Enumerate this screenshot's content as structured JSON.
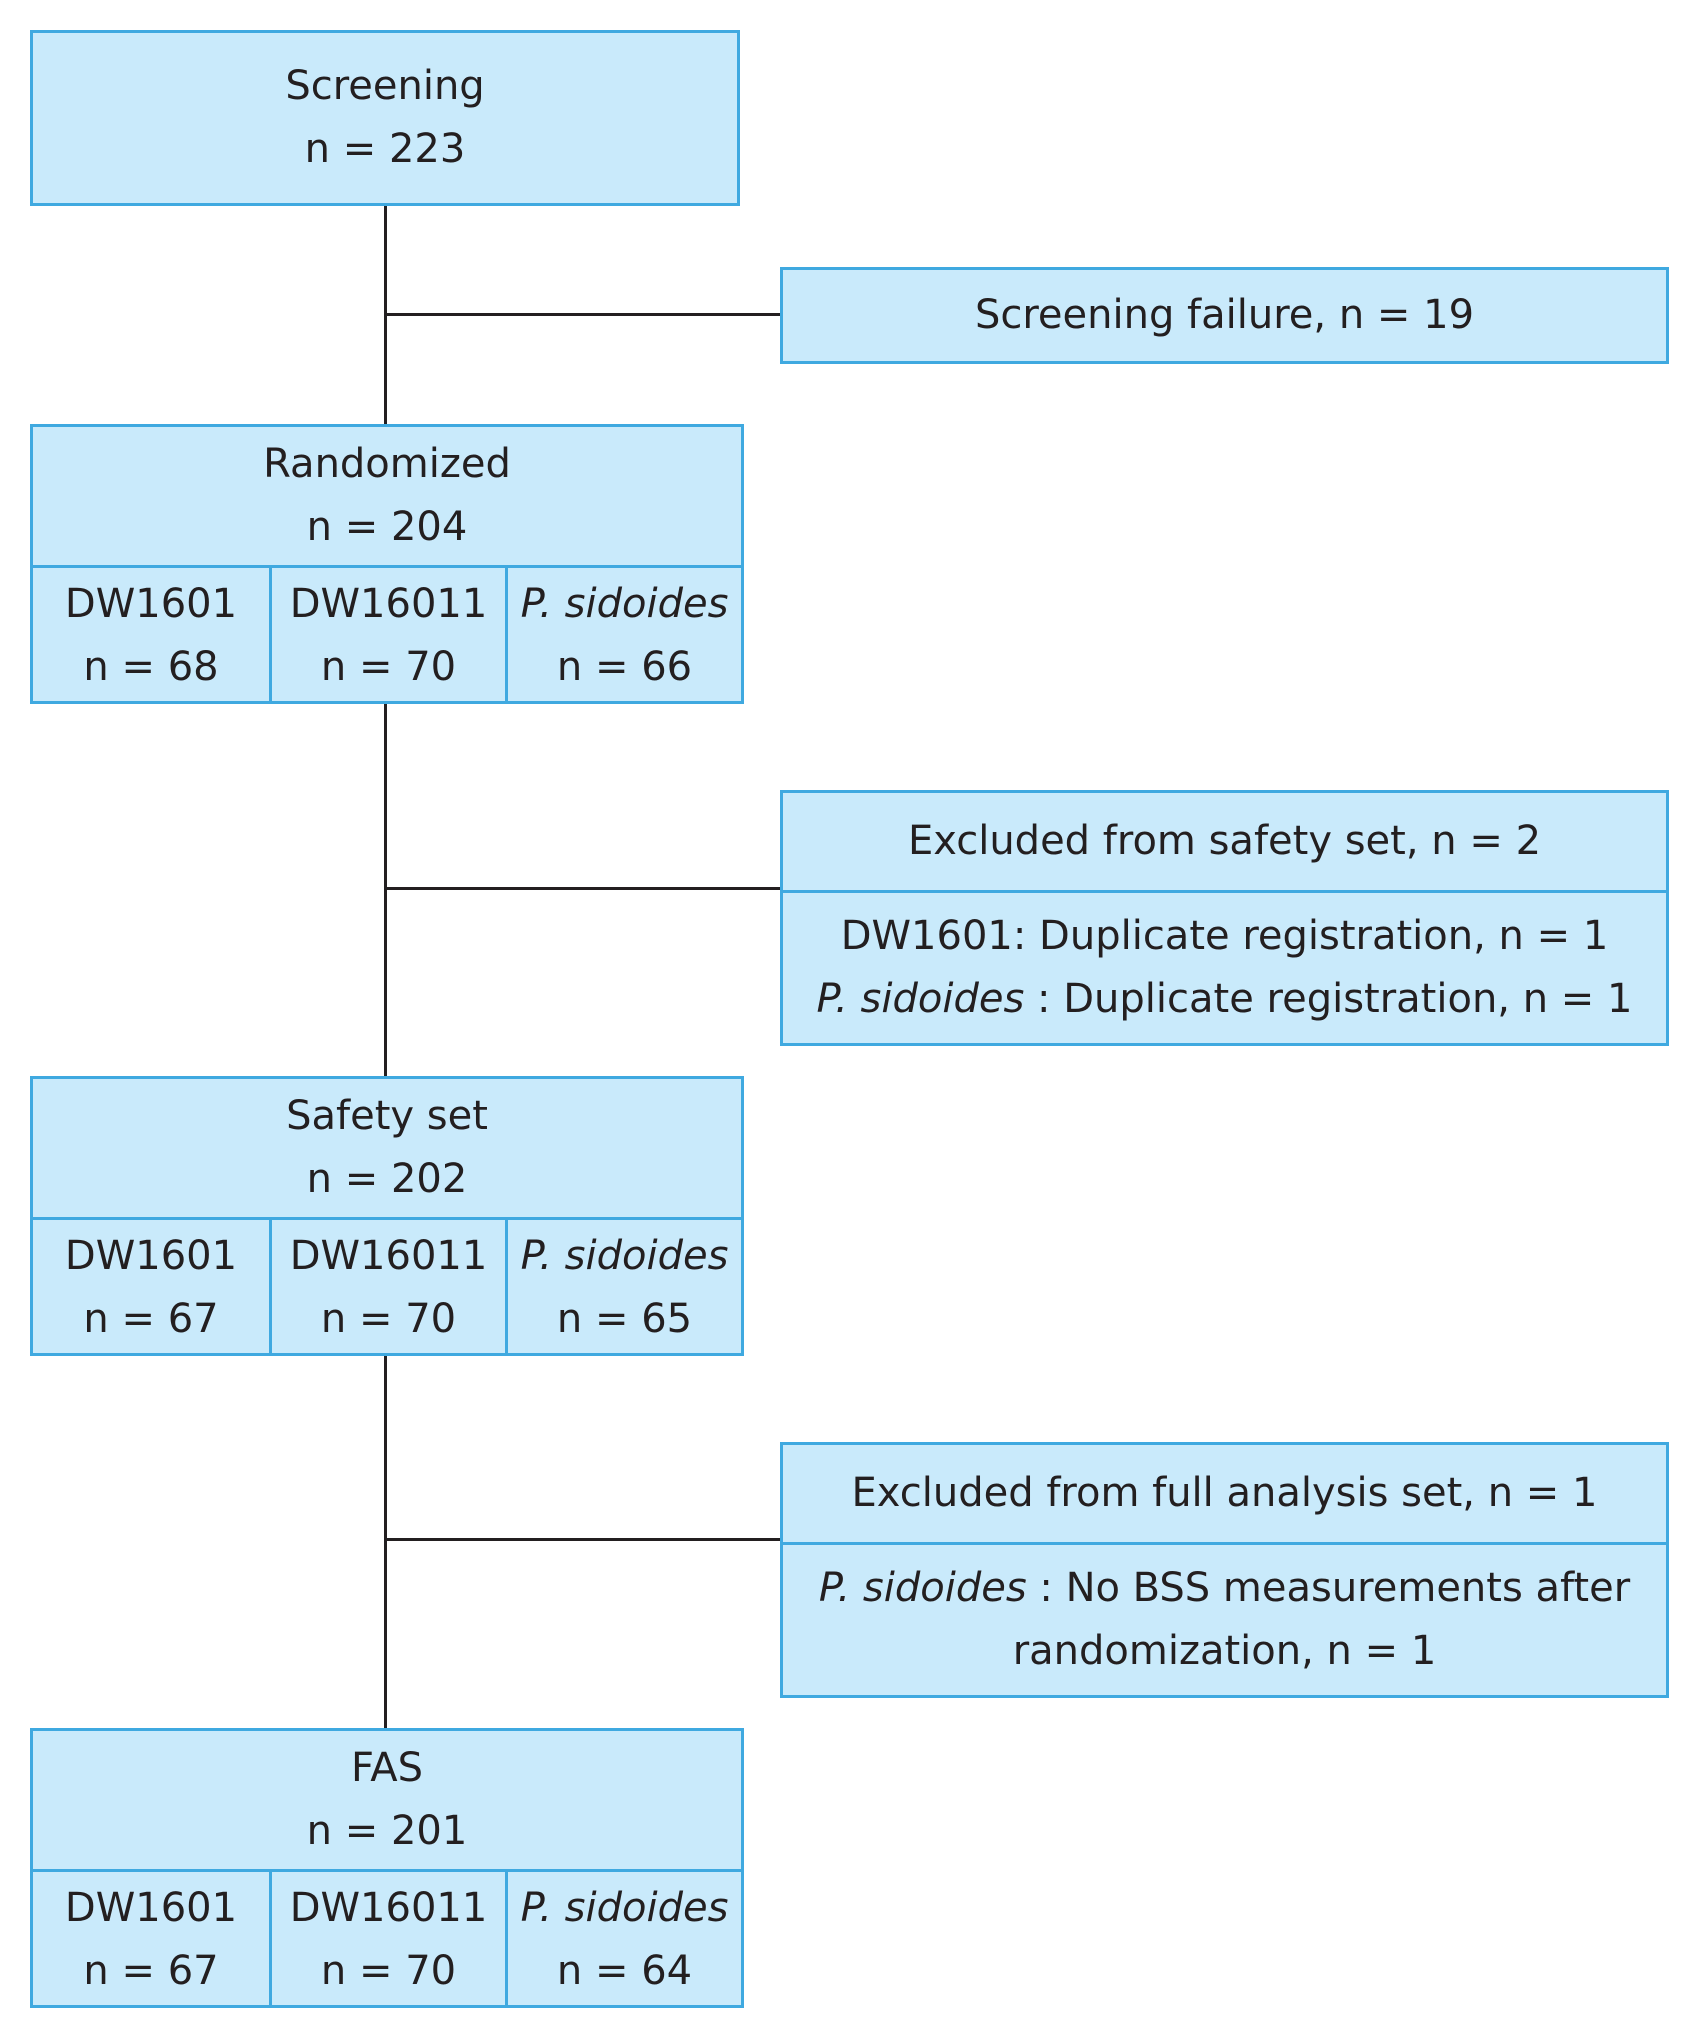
{
  "screening": {
    "title": "Screening",
    "n": "n = 223"
  },
  "screening_failure": {
    "text": "Screening failure, n = 19"
  },
  "randomized": {
    "title": "Randomized",
    "n": "n = 204",
    "arms": [
      {
        "name": "DW1601",
        "n": "n = 68"
      },
      {
        "name": "DW16011",
        "n": "n = 70"
      },
      {
        "name": "P. sidoides",
        "n": "n = 66"
      }
    ]
  },
  "excluded_safety": {
    "title": "Excluded from safety set, n = 2",
    "line1": "DW1601: Duplicate registration, n = 1",
    "line2_italic": "P. sidoides",
    "line2_rest": " : Duplicate registration, n = 1"
  },
  "safety_set": {
    "title": "Safety set",
    "n": "n = 202",
    "arms": [
      {
        "name": "DW1601",
        "n": "n = 67"
      },
      {
        "name": "DW16011",
        "n": "n = 70"
      },
      {
        "name": "P. sidoides",
        "n": "n = 65"
      }
    ]
  },
  "excluded_fas": {
    "title": "Excluded from full analysis set, n = 1",
    "line1_italic": "P. sidoides",
    "line1_rest": " : No BSS measurements after",
    "line2": "randomization, n = 1"
  },
  "fas": {
    "title": "FAS",
    "n": "n = 201",
    "arms": [
      {
        "name": "DW1601",
        "n": "n = 67"
      },
      {
        "name": "DW16011",
        "n": "n = 70"
      },
      {
        "name": "P. sidoides",
        "n": "n = 64"
      }
    ]
  },
  "colors": {
    "box_fill": "#c9eafb",
    "box_border": "#3fa9e0",
    "connector": "#231f20"
  }
}
